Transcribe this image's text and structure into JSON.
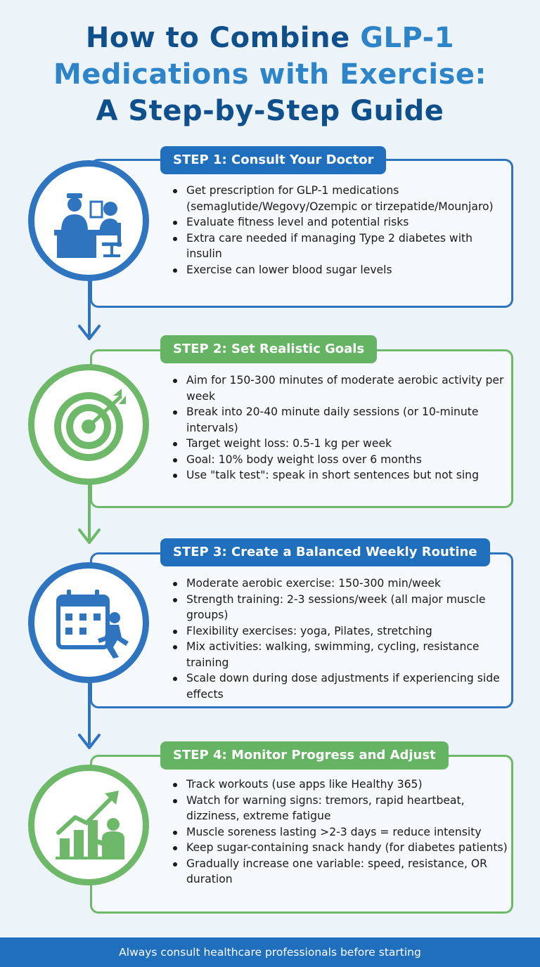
{
  "title": {
    "line1_a": "How to Combine ",
    "line1_b": "GLP-1",
    "line2": "Medications with Exercise:",
    "line3": "A Step-by-Step Guide"
  },
  "steps": [
    {
      "label": "STEP 1: Consult Your Doctor",
      "color": "#1f6fbd",
      "icon": "doctor-consultation-icon",
      "bullets": [
        "Get prescription for GLP-1 medications (semaglutide/Wegovy/Ozempic or tirzepatide/Mounjaro)",
        "Evaluate fitness level and potential risks",
        "Extra care needed if managing Type 2 diabetes with insulin",
        "Exercise can lower blood sugar levels"
      ]
    },
    {
      "label": "STEP 2: Set Realistic Goals",
      "color": "#64b463",
      "icon": "target-icon",
      "bullets": [
        "Aim for 150-300 minutes of moderate aerobic activity per week",
        "Break into 20-40 minute daily sessions (or 10-minute intervals)",
        "Target weight loss: 0.5-1 kg per week",
        "Goal: 10% body weight loss over 6 months",
        "Use \"talk test\": speak in short sentences but not sing"
      ]
    },
    {
      "label": "STEP 3: Create a Balanced Weekly Routine",
      "color": "#1f6fbd",
      "icon": "calendar-runner-icon",
      "bullets": [
        "Moderate aerobic exercise: 150-300 min/week",
        "Strength training: 2-3 sessions/week (all major muscle groups)",
        "Flexibility exercises: yoga, Pilates, stretching",
        "Mix activities: walking, swimming, cycling, resistance training",
        "Scale down during dose adjustments if experiencing side effects"
      ]
    },
    {
      "label": "STEP 4: Monitor Progress and Adjust",
      "color": "#64b463",
      "icon": "progress-chart-icon",
      "bullets": [
        "Track workouts (use apps like Healthy 365)",
        "Watch for warning signs: tremors, rapid heartbeat, dizziness, extreme fatigue",
        "Muscle soreness lasting >2-3 days = reduce intensity",
        "Keep sugar-containing snack handy (for diabetes patients)",
        "Gradually increase one variable: speed, resistance, OR duration"
      ]
    }
  ],
  "footer": "Always consult healthcare professionals before starting",
  "colors": {
    "blue": "#1f6fbd",
    "green": "#64b463",
    "title": "#0f4f8c",
    "background": "#edf4f9"
  }
}
